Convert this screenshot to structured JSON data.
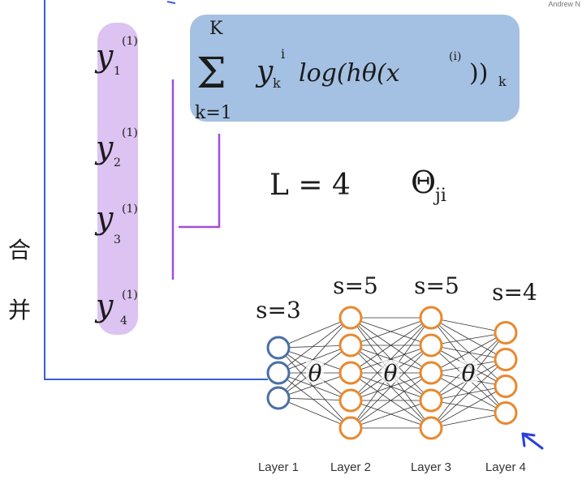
{
  "watermark": "Andrew N",
  "left_column": {
    "labels": [
      {
        "base": "y",
        "sub": "1",
        "sup": "(1)"
      },
      {
        "base": "y",
        "sub": "2",
        "sup": "(1)"
      },
      {
        "base": "y",
        "sub": "3",
        "sup": "(1)"
      },
      {
        "base": "y",
        "sub": "4",
        "sup": "(1)"
      }
    ],
    "side_text": [
      "合",
      "并"
    ]
  },
  "formula": {
    "sum_upper": "K",
    "sum_symbol": "Σ",
    "sum_lower": "k=1",
    "body_main": "y",
    "body_sub": "k",
    "body_sup": "i",
    "body_rest": "log(hθ(x",
    "body_rest_sup": "(i)",
    "body_close": "))",
    "body_close_sub": "k"
  },
  "notes": {
    "L_equation": "L = 4",
    "theta_base": "Θ",
    "theta_sub": "ji"
  },
  "network": {
    "layers": [
      {
        "label": "Layer 1",
        "size_label": "s=3",
        "units": 3,
        "color": "#4a6fa5"
      },
      {
        "label": "Layer 2",
        "size_label": "s=5",
        "units": 5,
        "color": "#e8892f"
      },
      {
        "label": "Layer 3",
        "size_label": "s=5",
        "units": 5,
        "color": "#e8892f"
      },
      {
        "label": "Layer 4",
        "size_label": "s=4",
        "units": 4,
        "color": "#e8892f"
      }
    ],
    "weight_symbol": "θ"
  },
  "colors": {
    "purple_highlight": "#d6b8ee",
    "purple_ink": "#a14fd8",
    "blue_highlight": "#94b6de",
    "blue_ink": "#3d5fd1",
    "pointer_arrow": "#2a3fe0"
  }
}
